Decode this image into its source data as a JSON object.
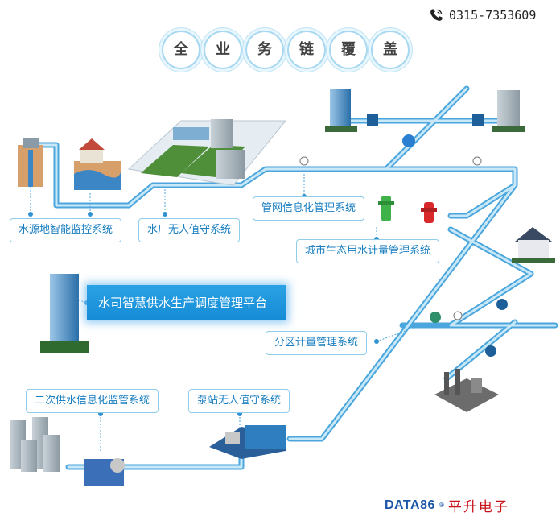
{
  "header": {
    "phone": "0315-7353609",
    "coverage_chars": [
      "全",
      "业",
      "务",
      "链",
      "覆",
      "盖"
    ]
  },
  "labels": {
    "water_source": "水源地智能监控系统",
    "water_plant": "水厂无人值守系统",
    "pipe_network": "管网信息化管理系统",
    "city_metering": "城市生态用水计量管理系统",
    "platform": "水司智慧供水生产调度管理平台",
    "district_metering": "分区计量管理系统",
    "secondary_supply": "二次供水信息化监管系统",
    "pump_station": "泵站无人值守系统"
  },
  "brand": {
    "data86": "DATA86",
    "registered": "®",
    "company": "平升电子"
  },
  "colors": {
    "pipe": "#4aa6dd",
    "pipe_light": "#b9e0f4",
    "label_text": "#1a7fc0",
    "brand_blue": "#1b55a8",
    "brand_red": "#c8131a"
  }
}
